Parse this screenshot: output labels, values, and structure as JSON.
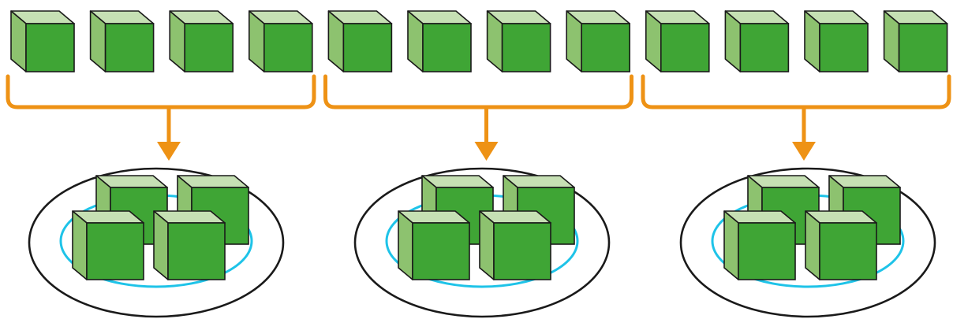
{
  "diagram": {
    "cube_count": 12,
    "group_count": 3,
    "cubes_per_group": 4,
    "colors": {
      "cube_front": "#3fa535",
      "cube_side": "#8dc26f",
      "cube_top": "#c6e0b4",
      "cube_outline": "#1a1a1a",
      "bracket": "#ee9215",
      "plate_outer": "#1a1a1a",
      "plate_inner": "#1ec3e8",
      "background": "#ffffff"
    },
    "icons": {
      "cube": "cube-icon",
      "bracket": "bracket-icon",
      "arrow": "arrow-down-icon",
      "plate": "plate-icon"
    }
  }
}
